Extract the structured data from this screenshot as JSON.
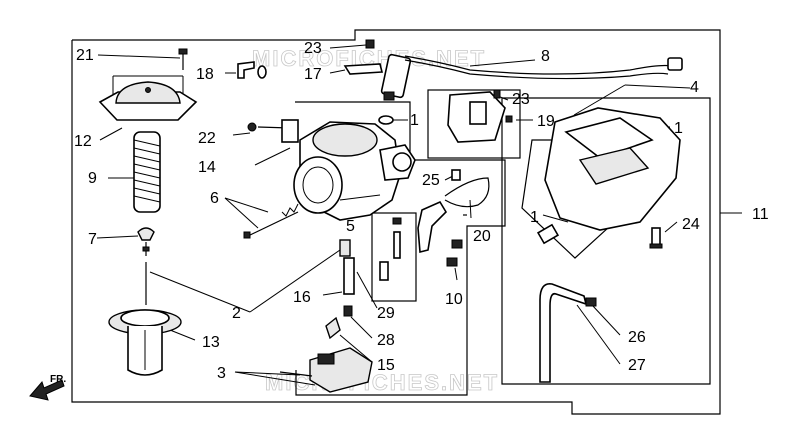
{
  "watermark": "MICROFICHES.NET",
  "direction_label": "FR.",
  "callouts": [
    {
      "id": "c21",
      "text": "21"
    },
    {
      "id": "c18",
      "text": "18"
    },
    {
      "id": "c23a",
      "text": "23"
    },
    {
      "id": "c17",
      "text": "17"
    },
    {
      "id": "c8",
      "text": "8"
    },
    {
      "id": "c4",
      "text": "4"
    },
    {
      "id": "c23b",
      "text": "23"
    },
    {
      "id": "c19",
      "text": "19"
    },
    {
      "id": "c1a",
      "text": "1"
    },
    {
      "id": "c1b",
      "text": "1"
    },
    {
      "id": "c1c",
      "text": "1"
    },
    {
      "id": "c12",
      "text": "12"
    },
    {
      "id": "c22",
      "text": "22"
    },
    {
      "id": "c14",
      "text": "14"
    },
    {
      "id": "c9",
      "text": "9"
    },
    {
      "id": "c25",
      "text": "25"
    },
    {
      "id": "c6",
      "text": "6"
    },
    {
      "id": "c5",
      "text": "5"
    },
    {
      "id": "c7",
      "text": "7"
    },
    {
      "id": "c20",
      "text": "20"
    },
    {
      "id": "c24",
      "text": "24"
    },
    {
      "id": "c11",
      "text": "11"
    },
    {
      "id": "c10",
      "text": "10"
    },
    {
      "id": "c16",
      "text": "16"
    },
    {
      "id": "c29",
      "text": "29"
    },
    {
      "id": "c2",
      "text": "2"
    },
    {
      "id": "c26",
      "text": "26"
    },
    {
      "id": "c13",
      "text": "13"
    },
    {
      "id": "c28",
      "text": "28"
    },
    {
      "id": "c27",
      "text": "27"
    },
    {
      "id": "c15",
      "text": "15"
    },
    {
      "id": "c3",
      "text": "3"
    }
  ]
}
